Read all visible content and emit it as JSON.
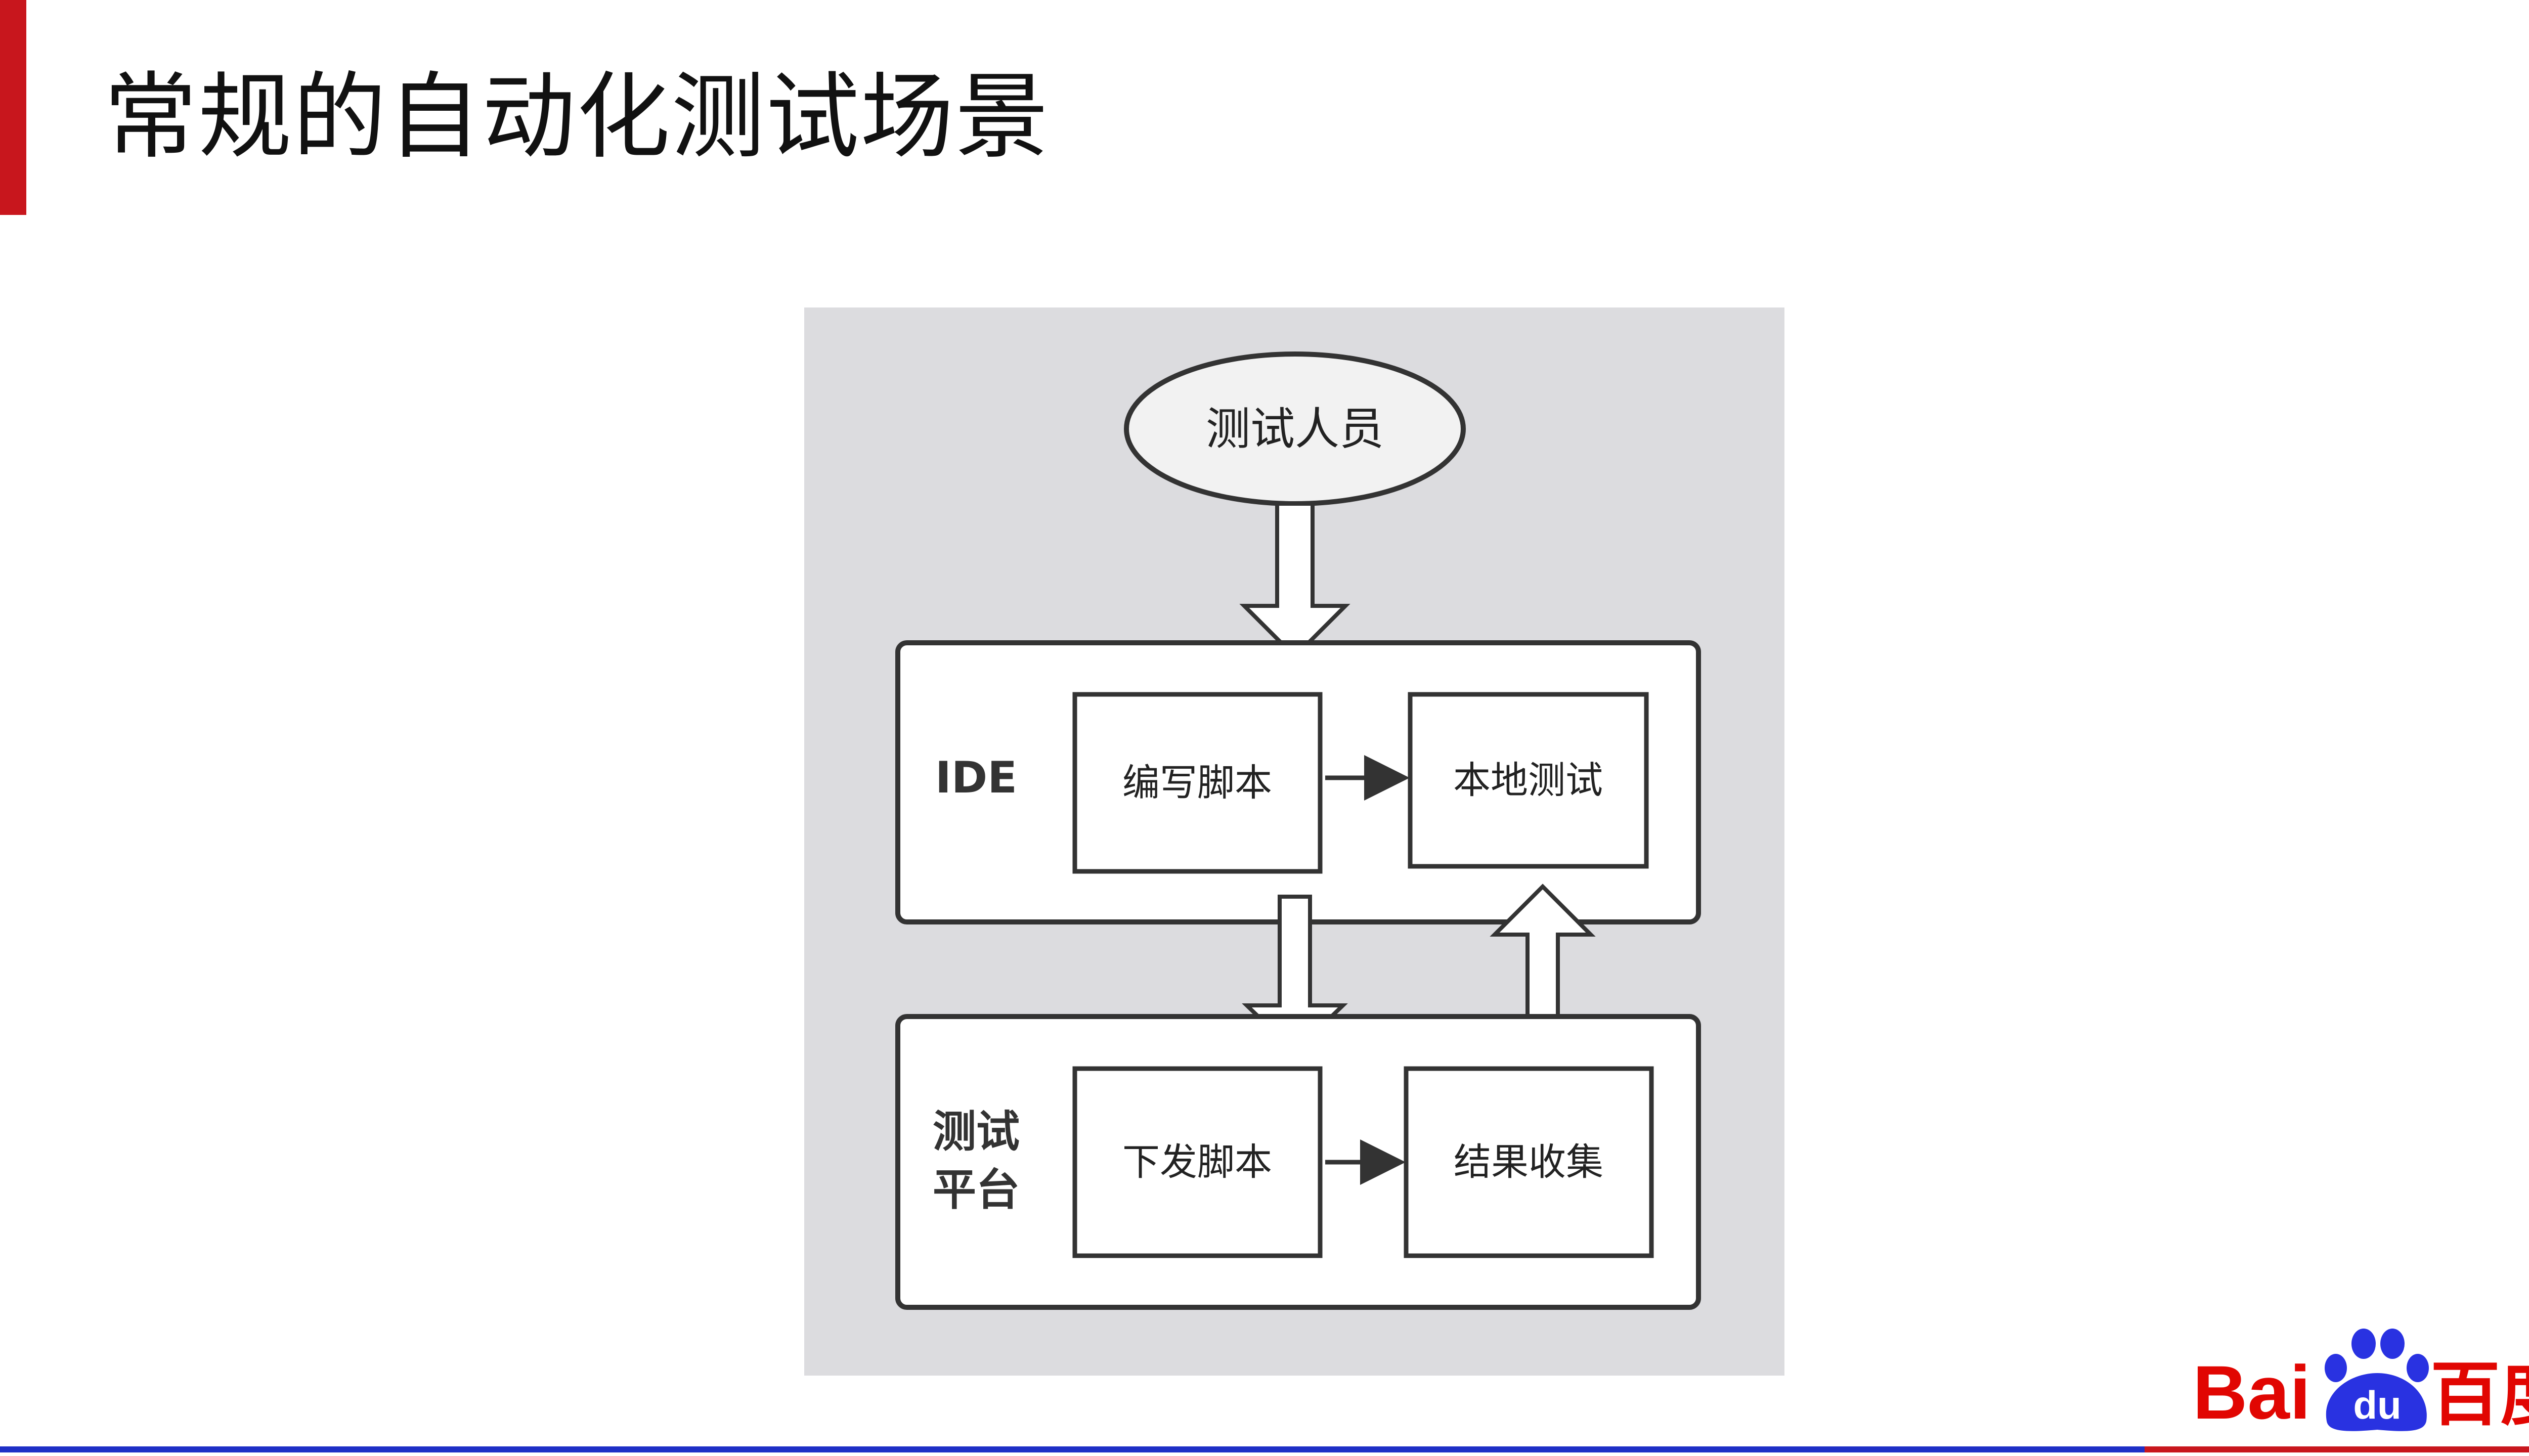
{
  "slide": {
    "title": "常规的自动化测试场景"
  },
  "diagram": {
    "tester": "测试人员",
    "ide_group": {
      "label": "IDE",
      "write_script": "编写脚本",
      "local_test": "本地测试"
    },
    "platform_group": {
      "label_line1": "测试",
      "label_line2": "平台",
      "dispatch_script": "下发脚本",
      "collect_results": "结果收集"
    }
  },
  "logo": {
    "text_latin_1": "Bai",
    "text_latin_2": "du",
    "text_cn": "百度"
  },
  "colors": {
    "accent_red": "#c8161d",
    "footer_blue": "#1e2fc6",
    "logo_blue": "#2932e1",
    "logo_red": "#e10602"
  }
}
